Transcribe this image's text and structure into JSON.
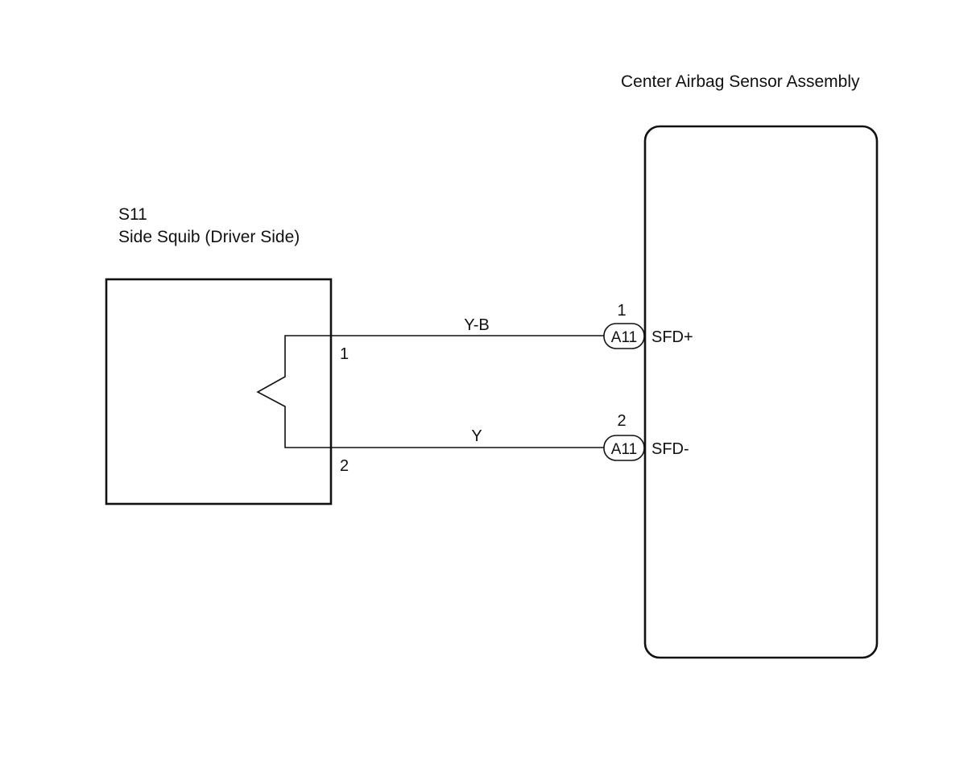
{
  "components": {
    "squib": {
      "code": "S11",
      "name": "Side Squib (Driver Side)",
      "pins": [
        "1",
        "2"
      ]
    },
    "ecu": {
      "name": "Center Airbag Sensor Assembly"
    }
  },
  "wires": [
    {
      "color_code": "Y-B",
      "squib_pin": "1",
      "connector": "A11",
      "connector_pin": "1",
      "terminal": "SFD+"
    },
    {
      "color_code": "Y",
      "squib_pin": "2",
      "connector": "A11",
      "connector_pin": "2",
      "terminal": "SFD-"
    }
  ],
  "colors": {
    "line": "#111111",
    "background": "#ffffff"
  }
}
